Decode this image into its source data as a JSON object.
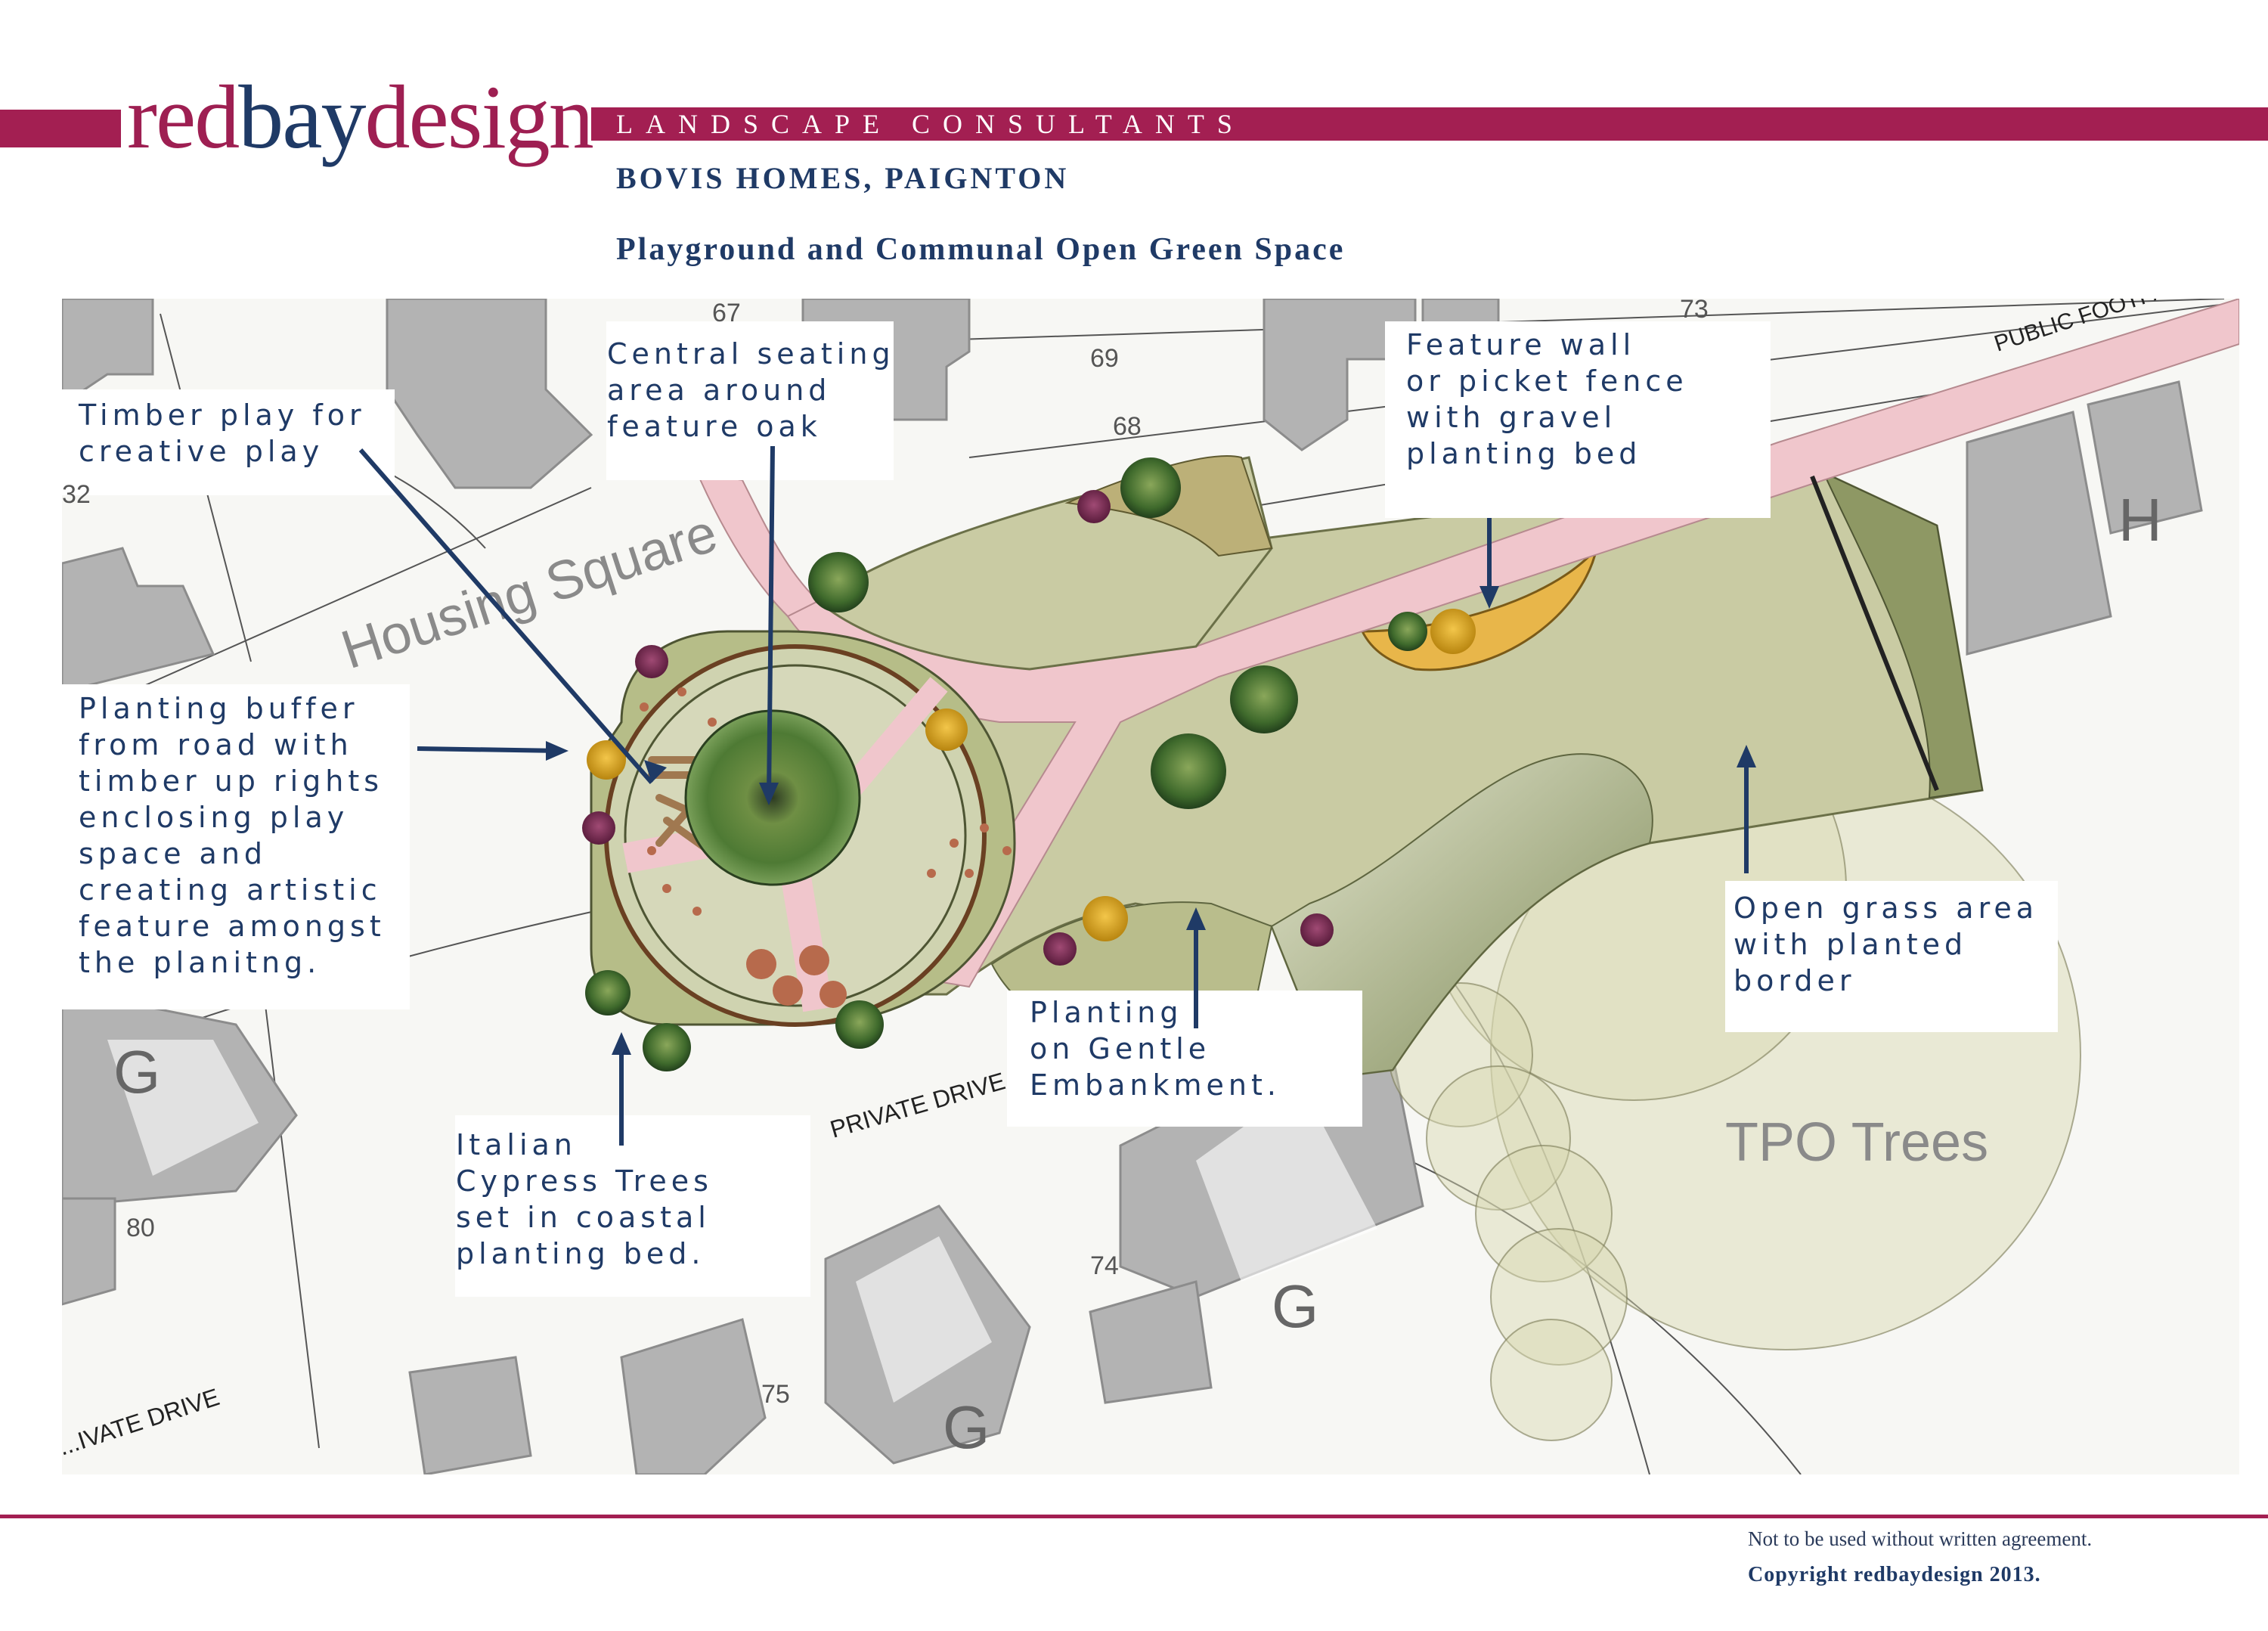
{
  "header": {
    "logo_part1": "red",
    "logo_part2": "bay",
    "logo_part3": "design",
    "tagline": "LANDSCAPE CONSULTANTS",
    "client": "BOVIS HOMES, PAIGNTON",
    "title": "Playground and Communal Open Green Space",
    "brand_color": "#a31f52",
    "navy_color": "#1f3a66"
  },
  "callouts": {
    "timber_play": "Timber play for\ncreative play",
    "central_seating": "Central seating\narea around\nfeature oak",
    "feature_wall": "Feature wall\nor picket fence\nwith gravel\nplanting bed",
    "planting_buffer": "Planting buffer\nfrom road with\ntimber up rights\nenclosing play\nspace and\ncreating artistic\nfeature amongst\nthe planitng.",
    "gentle_embankment": "Planting\non Gentle\nEmbankment.",
    "open_grass": "Open grass area\nwith planted\nborder",
    "italian_cypress": "Italian\nCypress Trees\nset in coastal\nplanting bed."
  },
  "map_labels": {
    "housing_square": "Housing Square",
    "public_footpath": "PUBLIC FOOTPAT...",
    "private_drive_1": "PRIVATE DRIVE",
    "private_drive_2": "...IVATE DRIVE",
    "tpo_trees": "TPO Trees",
    "plot_67": "67",
    "plot_69": "69",
    "plot_68": "68",
    "plot_73": "73",
    "plot_32": "32",
    "plot_80": "80",
    "plot_74": "74",
    "plot_75": "75",
    "house_type_h": "H",
    "house_type_g1": "G",
    "house_type_g2": "G",
    "house_type_g3": "G"
  },
  "footer": {
    "note": "Not to be used without written agreement.",
    "copyright": "Copyright redbaydesign 2013."
  }
}
